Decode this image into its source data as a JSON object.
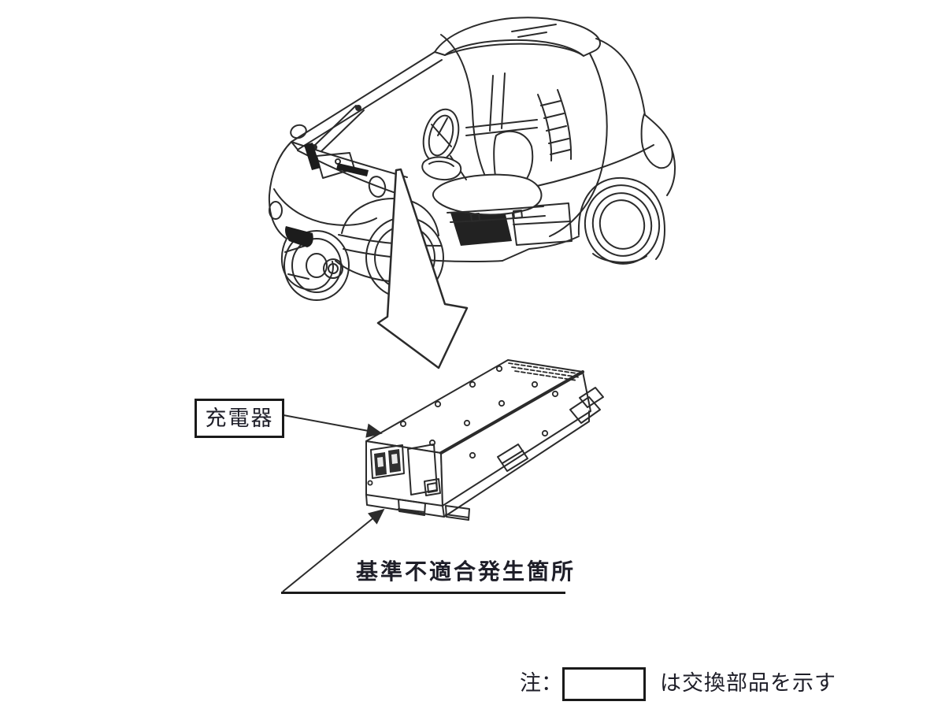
{
  "page": {
    "type": "technical-diagram",
    "background": "#ffffff",
    "description": "Recall notice style diagram of a small single-seat electric vehicle with an arrow pointing to the charger unit"
  },
  "labels": {
    "charger": "充電器",
    "defect_location": "基準不適合発生箇所"
  },
  "note": {
    "prefix": "注：",
    "suffix": "は交換部品を示す"
  },
  "icons": {
    "highlight_arrow": "large-down-arrow",
    "charger_leader": "right-arrow-leader",
    "defect_leader": "up-right-arrow-leader",
    "legend_sample_box": "empty-rectangle"
  },
  "colors": {
    "line": "#2b2b2b",
    "text": "#1e1e28",
    "border": "#1a1a1a",
    "background": "#ffffff"
  }
}
